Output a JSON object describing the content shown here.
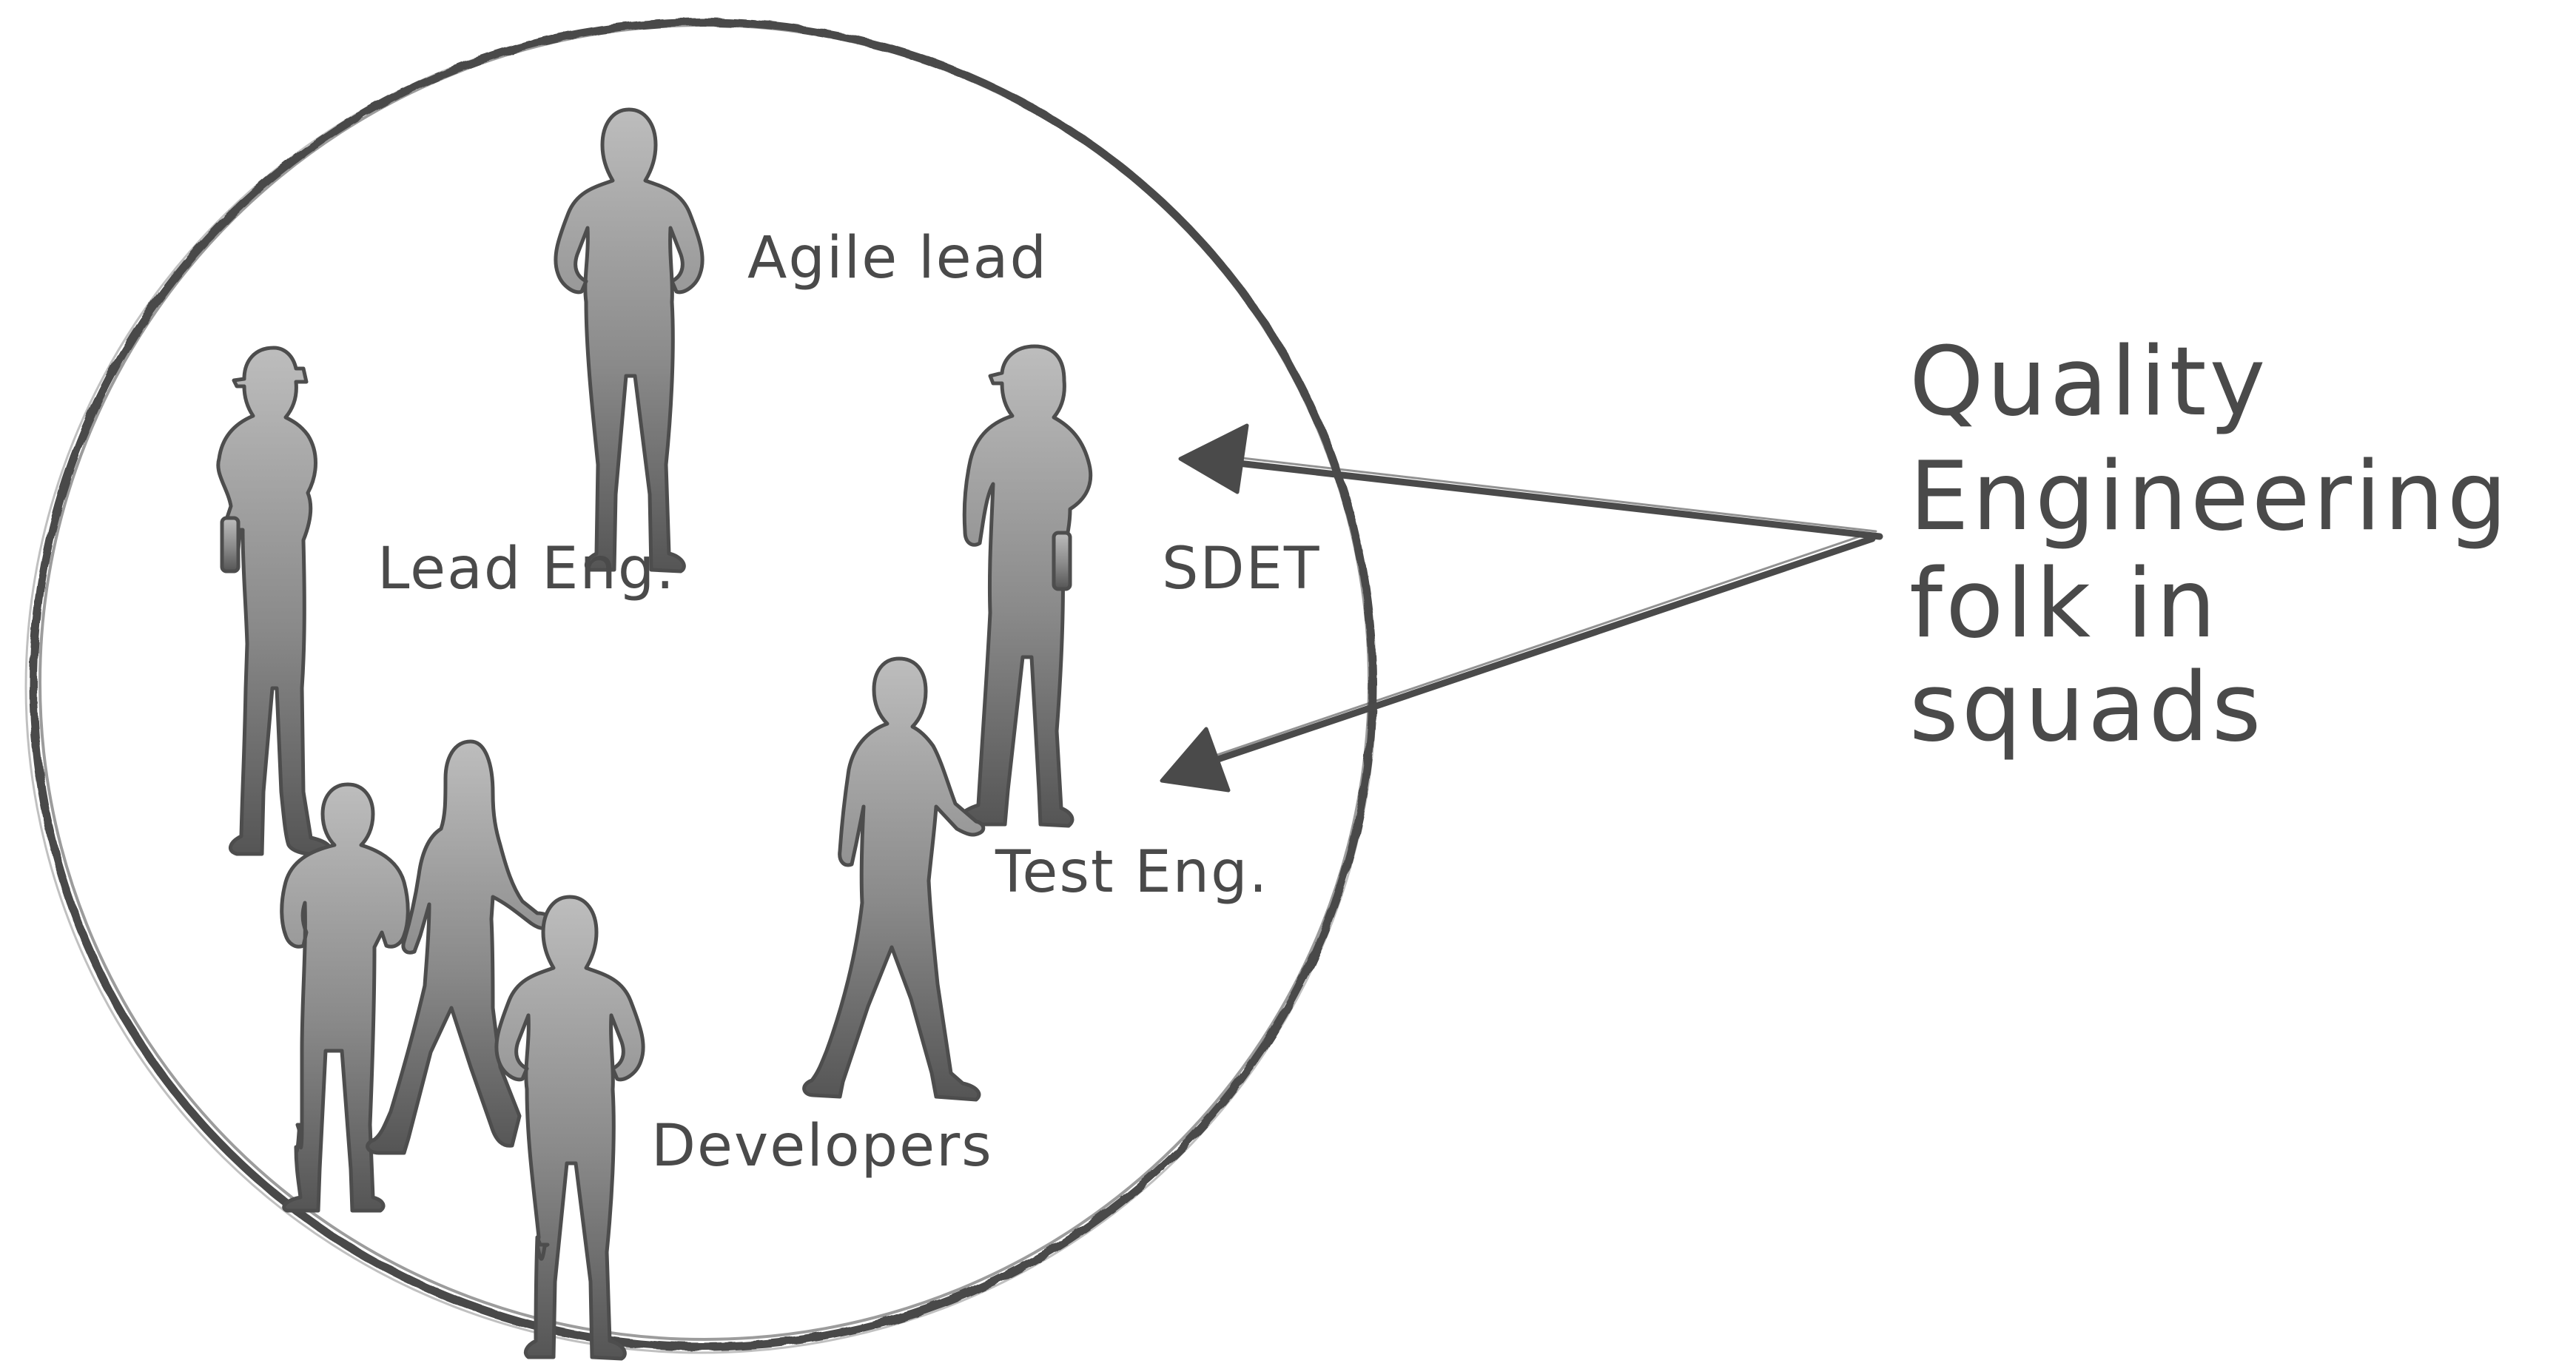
{
  "diagram": {
    "roles": [
      {
        "id": "agile-lead",
        "label": "Agile lead"
      },
      {
        "id": "lead-eng",
        "label": "Lead Eng."
      },
      {
        "id": "sdet",
        "label": "SDET"
      },
      {
        "id": "test-eng",
        "label": "Test Eng."
      },
      {
        "id": "developers",
        "label": "Developers"
      }
    ],
    "callout": {
      "lines": [
        "Quality",
        "Engineering",
        "folk in",
        "squads"
      ],
      "points_to": [
        "sdet",
        "test-eng"
      ]
    },
    "colors": {
      "ink": "#4a4a4a",
      "figure_top": "#b8b8b8",
      "figure_bottom": "#5a5a5a",
      "figure_outline": "#4d4d4d",
      "background": "#ffffff"
    }
  }
}
